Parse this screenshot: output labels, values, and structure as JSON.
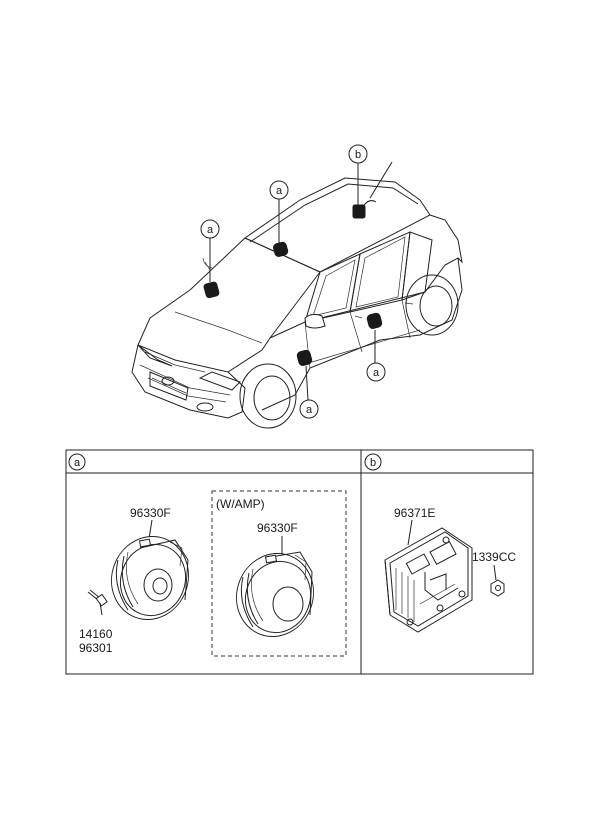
{
  "callouts": {
    "a": "a",
    "b": "b"
  },
  "panel_a": {
    "key": "a",
    "part_front": "96330F",
    "amp_note": "(W/AMP)",
    "part_amp": "96330F",
    "screw_part_1": "14160",
    "screw_part_2": "96301"
  },
  "panel_b": {
    "key": "b",
    "amp_part": "96371E",
    "nut_part": "1339CC"
  }
}
